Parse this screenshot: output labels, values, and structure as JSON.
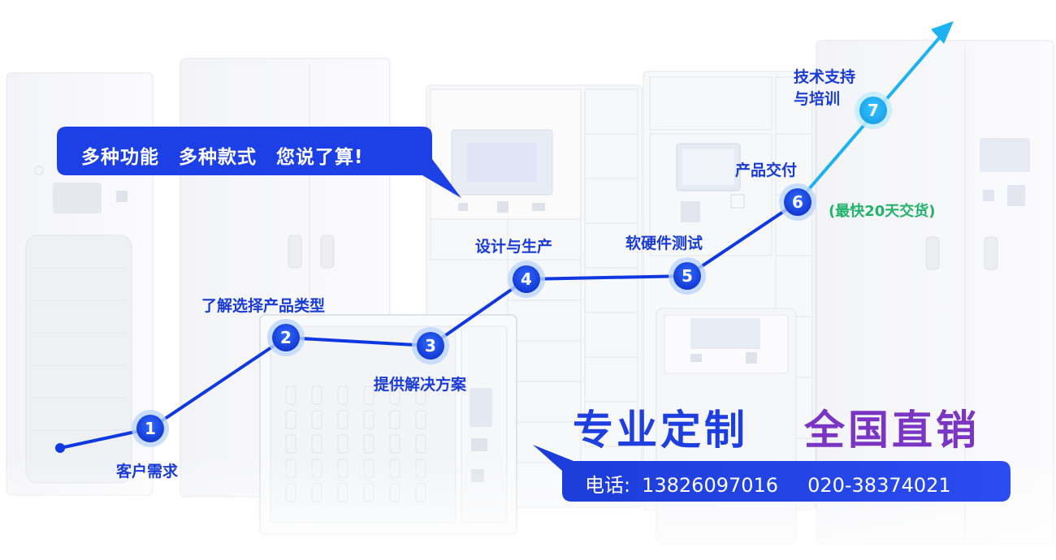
{
  "bubble": {
    "phrases": [
      "多种功能",
      "多种款式",
      "您说了算!"
    ]
  },
  "steps": [
    {
      "num": "1",
      "label": "客户需求"
    },
    {
      "num": "2",
      "label": "了解选择产品类型"
    },
    {
      "num": "3",
      "label": "提供解决方案"
    },
    {
      "num": "4",
      "label": "设计与生产"
    },
    {
      "num": "5",
      "label": "软硬件测试"
    },
    {
      "num": "6",
      "label": "产品交付"
    },
    {
      "num": "7",
      "label_line1": "技术支持",
      "label_line2": "与培训"
    }
  ],
  "delivery_note": "(最快20天交货)",
  "slogan": {
    "part1": "专业定制",
    "part2": "全国直销"
  },
  "contact": {
    "label": "电话:",
    "phone1": "13826097016",
    "phone2": "020-38374021"
  },
  "colors": {
    "primary_blue": "#1e3ee0",
    "line_blue": "#0f3fe0",
    "arrow_cyan": "#1cb2f2",
    "purple": "#7a35c2",
    "green": "#22b36a"
  }
}
